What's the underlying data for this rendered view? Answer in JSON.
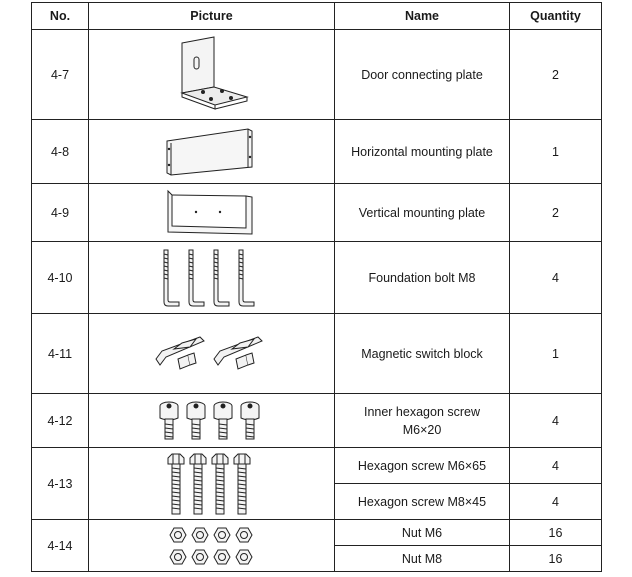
{
  "headers": {
    "no": "No.",
    "picture": "Picture",
    "name": "Name",
    "quantity": "Quantity"
  },
  "rows": [
    {
      "no": "4-7",
      "name": "Door connecting plate",
      "quantity": "2",
      "icon": "door-connecting-plate-icon"
    },
    {
      "no": "4-8",
      "name": "Horizontal mounting plate",
      "quantity": "1",
      "icon": "horizontal-mounting-plate-icon"
    },
    {
      "no": "4-9",
      "name": "Vertical mounting plate",
      "quantity": "2",
      "icon": "vertical-mounting-plate-icon"
    },
    {
      "no": "4-10",
      "name": "Foundation bolt M8",
      "quantity": "4",
      "icon": "foundation-bolt-icon"
    },
    {
      "no": "4-11",
      "name": "Magnetic switch block",
      "quantity": "1",
      "icon": "magnetic-switch-block-icon"
    },
    {
      "no": "4-12",
      "name_line1": "Inner hexagon screw",
      "name_line2": "M6×20",
      "quantity": "4",
      "icon": "inner-hexagon-screw-icon"
    },
    {
      "no": "4-13",
      "icon": "hexagon-screw-icon",
      "sub": [
        {
          "name": "Hexagon screw M6×65",
          "quantity": "4"
        },
        {
          "name": "Hexagon screw M8×45",
          "quantity": "4"
        }
      ]
    },
    {
      "no": "4-14",
      "icon": "nut-icon",
      "sub": [
        {
          "name": "Nut M6",
          "quantity": "16"
        },
        {
          "name": "Nut M8",
          "quantity": "16"
        }
      ]
    }
  ]
}
